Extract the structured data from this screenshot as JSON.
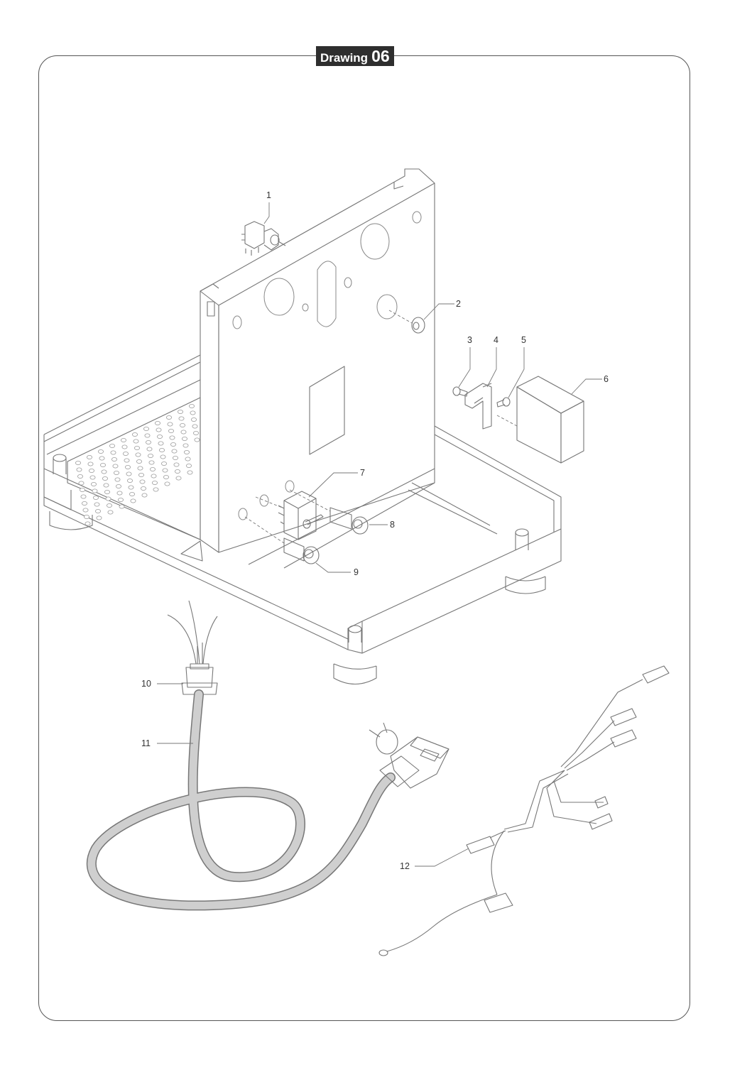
{
  "header": {
    "word": "Drawing",
    "number": "06"
  },
  "callouts": [
    {
      "id": "1",
      "label": "1"
    },
    {
      "id": "2",
      "label": "2"
    },
    {
      "id": "3",
      "label": "3"
    },
    {
      "id": "4",
      "label": "4"
    },
    {
      "id": "5",
      "label": "5"
    },
    {
      "id": "6",
      "label": "6"
    },
    {
      "id": "7",
      "label": "7"
    },
    {
      "id": "8",
      "label": "8"
    },
    {
      "id": "9",
      "label": "9"
    },
    {
      "id": "10",
      "label": "10"
    },
    {
      "id": "11",
      "label": "11"
    },
    {
      "id": "12",
      "label": "12"
    }
  ]
}
